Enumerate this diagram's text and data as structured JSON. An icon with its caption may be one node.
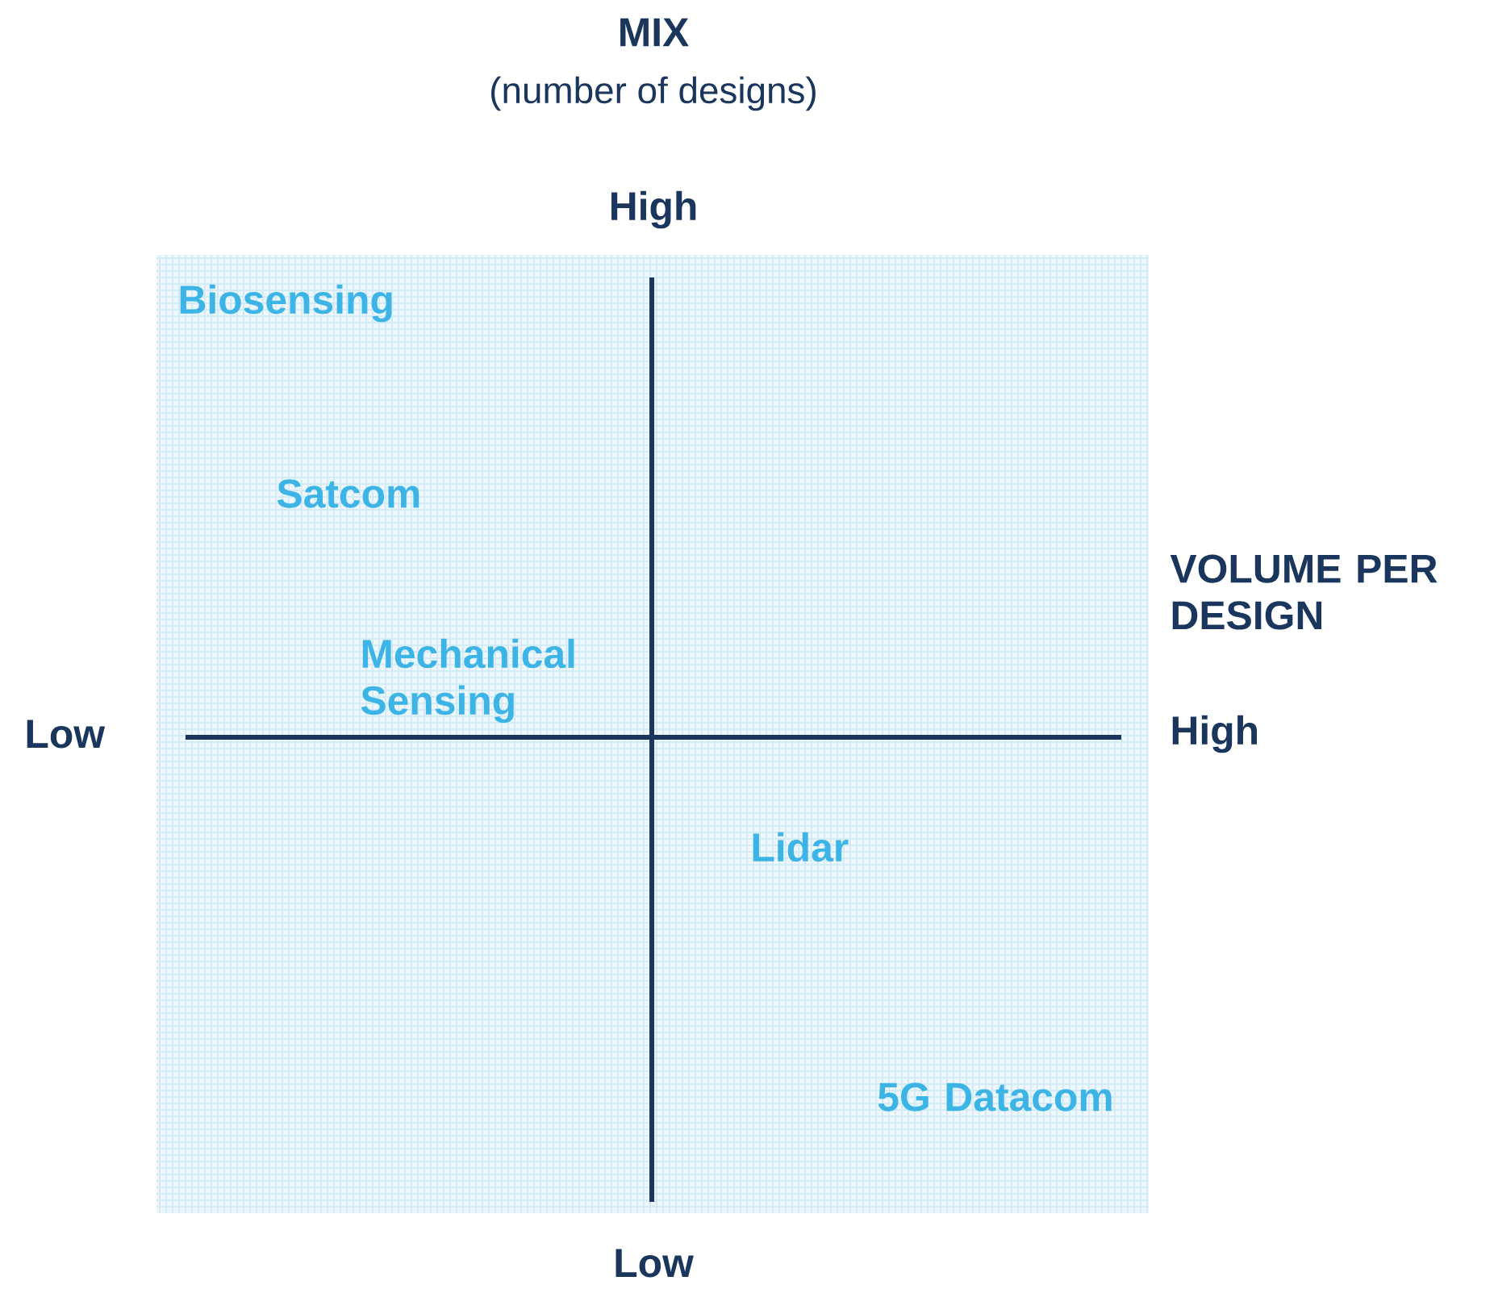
{
  "diagram": {
    "labels": [
      "MIX",
      "(number of designs)",
      "High",
      "Biosensing",
      "Satcom",
      "VOLUME PER DESIGN",
      "Mechanical Sensing",
      "Low",
      "High",
      "Lidar",
      "5G Datacom",
      "Low"
    ]
  }
}
